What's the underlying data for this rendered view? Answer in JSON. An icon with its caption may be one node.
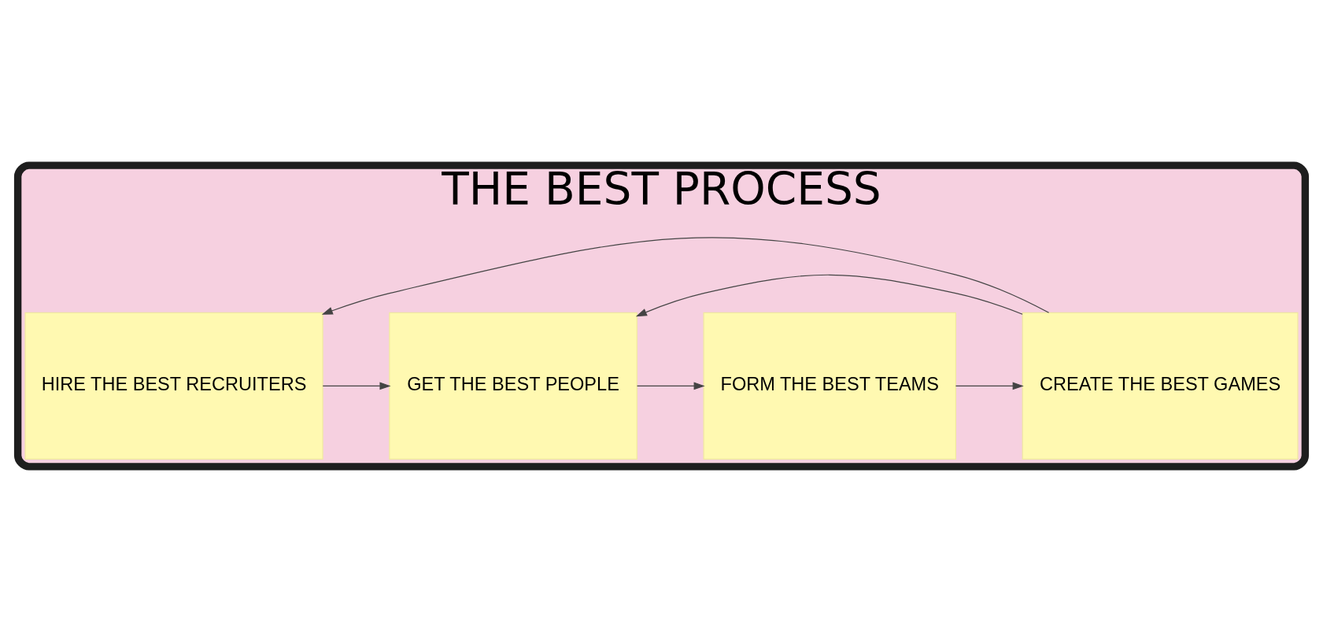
{
  "diagram": {
    "nodes": [
      {
        "text": [
          "THE BEST PROCESS"
        ]
      },
      {
        "text": [
          "HIRE THE BEST RECRUITERS"
        ],
        "in": 0
      },
      {
        "text": [
          "GET THE BEST PEOPLE"
        ],
        "in": 0
      },
      {
        "text": [
          "FORM THE BEST TEAMS"
        ],
        "in": 0
      },
      {
        "text": [
          "CREATE THE BEST GAMES"
        ],
        "in": 0
      }
    ],
    "edges": [
      {
        "from": 1,
        "to": 2,
        "arrow": "to"
      },
      {
        "from": 2,
        "to": 3,
        "arrow": "to"
      },
      {
        "from": 3,
        "to": 4,
        "arrow": "to"
      },
      {
        "from": 4,
        "to": 1,
        "arrow": "to"
      },
      {
        "from": 4,
        "to": 2,
        "arrow": "to"
      }
    ]
  }
}
